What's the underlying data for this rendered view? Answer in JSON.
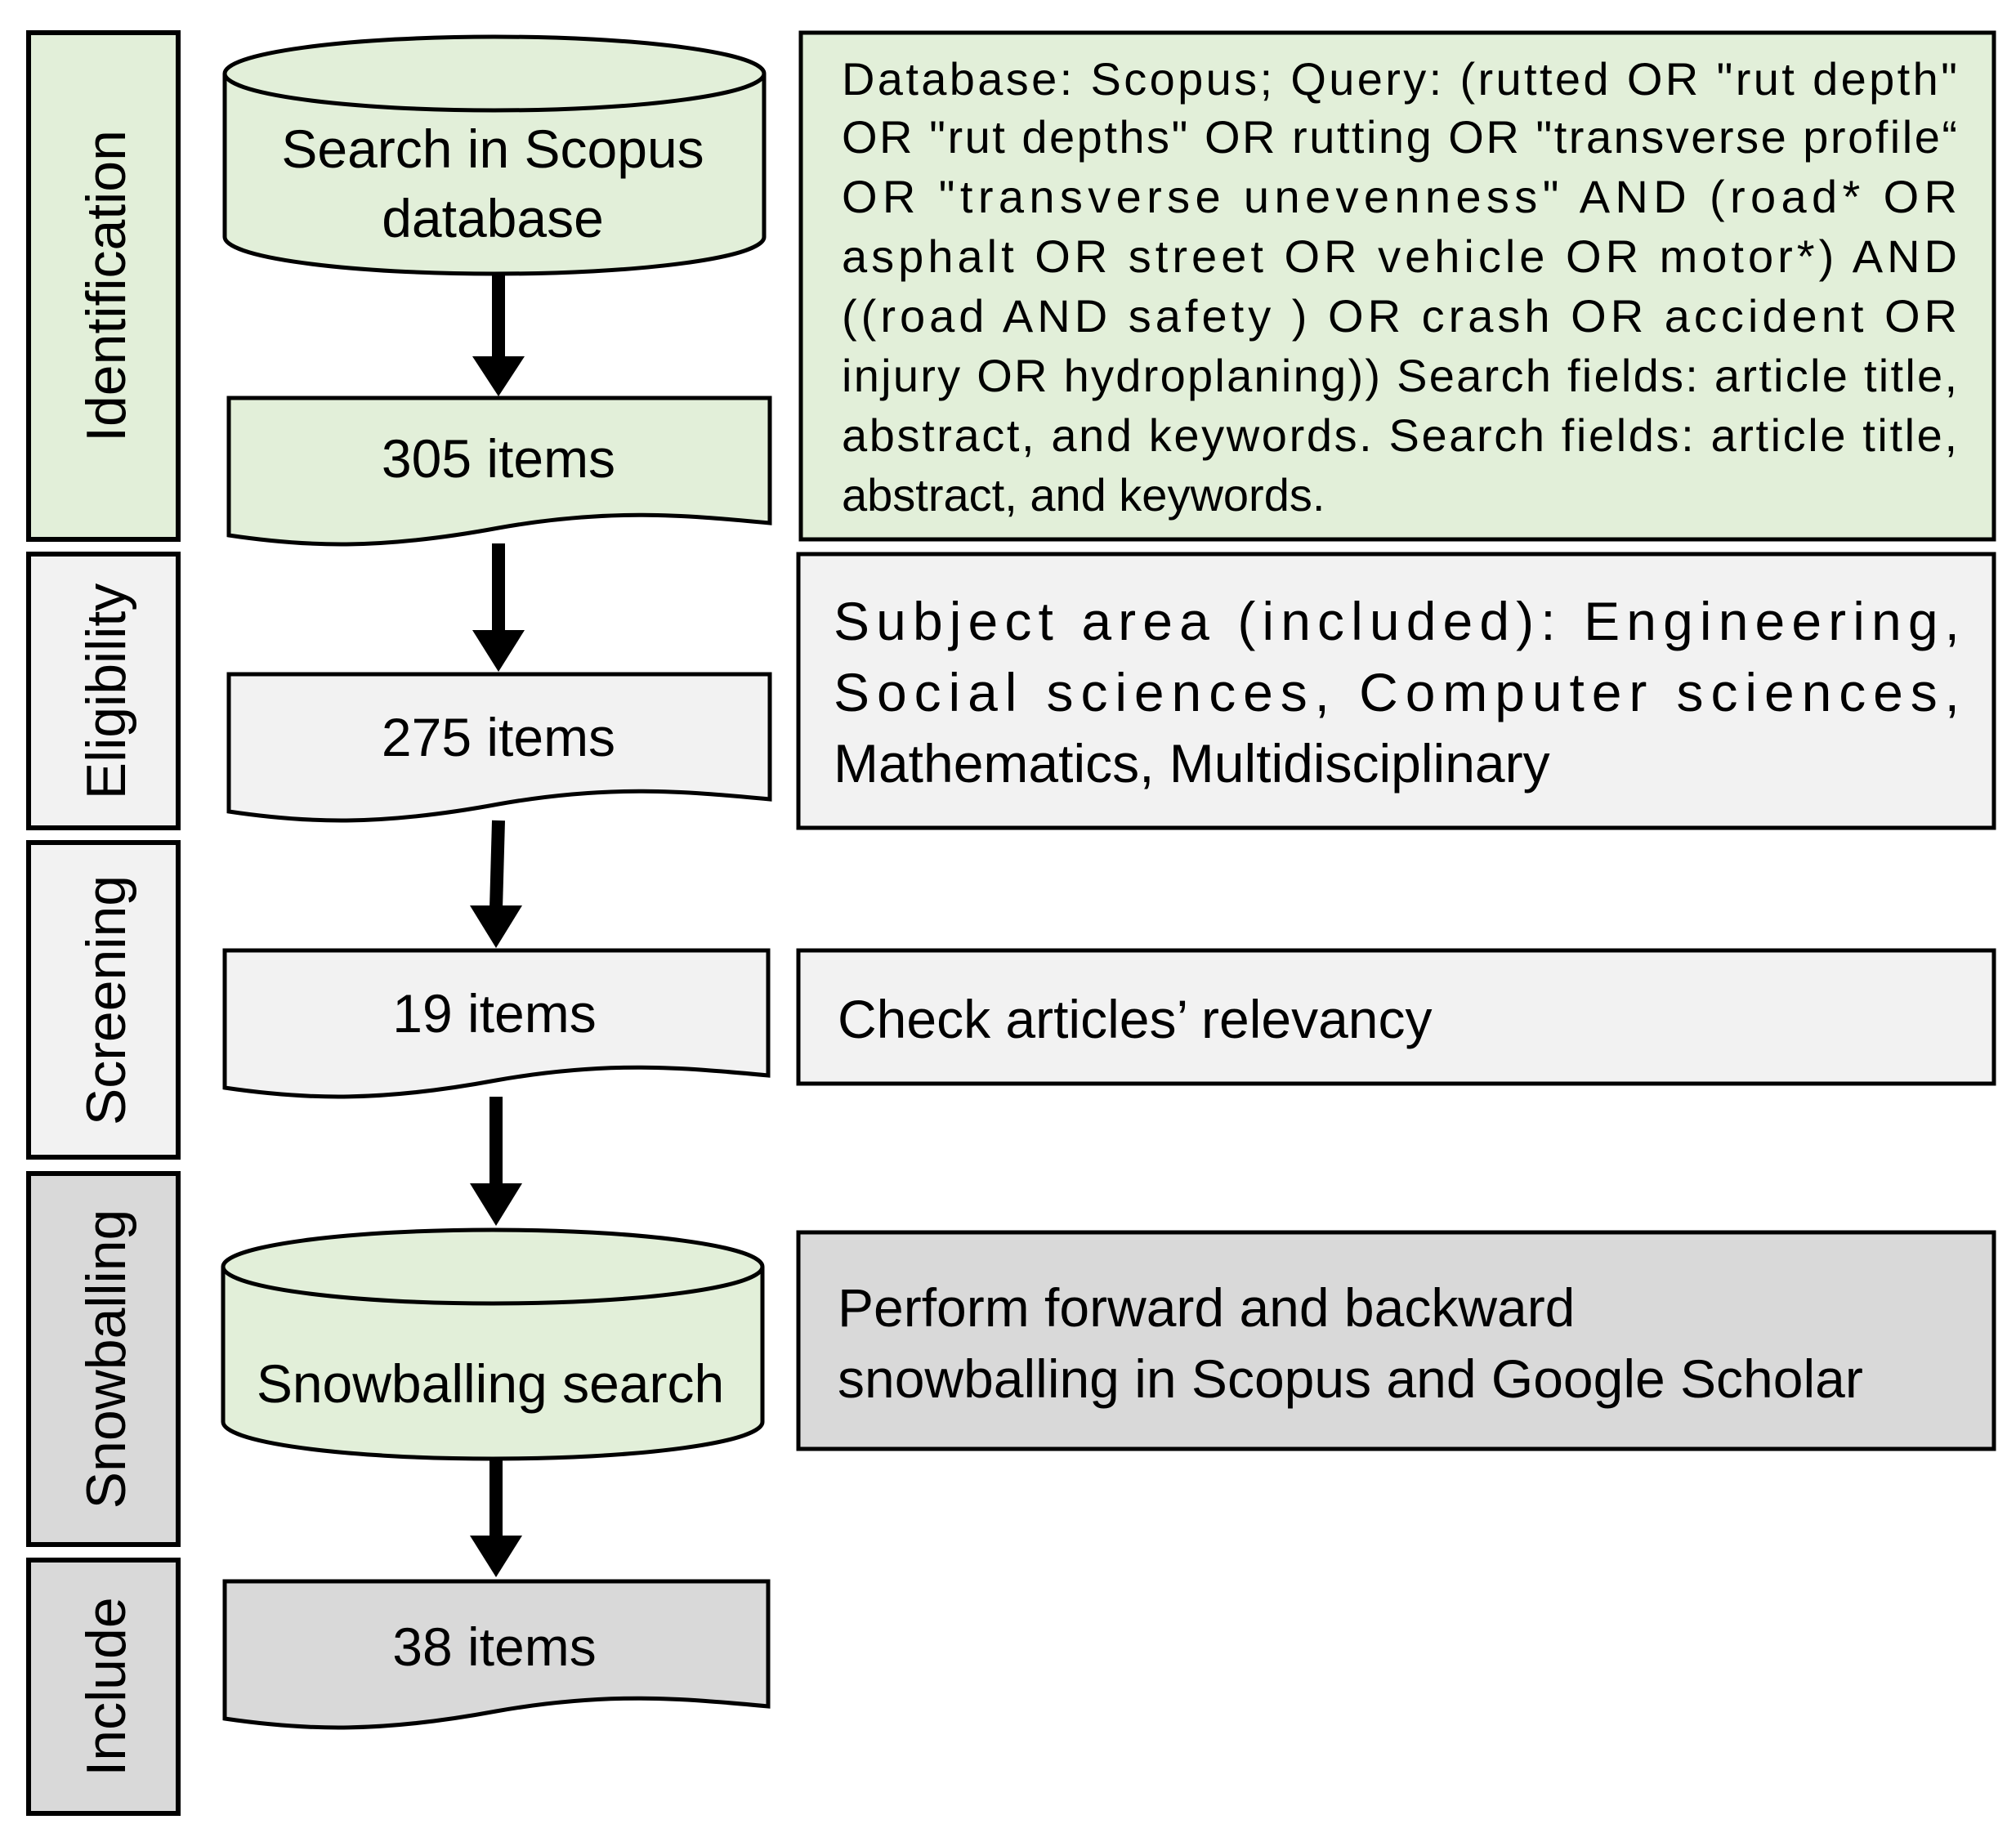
{
  "colors": {
    "green_fill": "#E2EFD9",
    "light_gray_fill": "#F2F2F2",
    "mid_gray_fill": "#D9D9D9",
    "stroke": "#000000"
  },
  "phases": [
    {
      "label": "Identification",
      "fill": "#E2EFD9"
    },
    {
      "label": "Eligibility",
      "fill": "#F2F2F2"
    },
    {
      "label": "Screening",
      "fill": "#F2F2F2"
    },
    {
      "label": "Snowballing",
      "fill": "#D9D9D9"
    },
    {
      "label": "Include",
      "fill": "#D9D9D9"
    }
  ],
  "nodes": {
    "scopus_search": {
      "lines": [
        "Search in Scopus",
        "database"
      ],
      "shape": "database",
      "fill": "#E2EFD9"
    },
    "items_305": {
      "text": "305 items",
      "shape": "document",
      "fill": "#E2EFD9"
    },
    "items_275": {
      "text": "275 items",
      "shape": "document",
      "fill": "#F2F2F2"
    },
    "items_19": {
      "text": "19 items",
      "shape": "document",
      "fill": "#F2F2F2"
    },
    "snowballing_search": {
      "text": "Snowballing search",
      "shape": "database",
      "fill": "#E2EFD9"
    },
    "items_38": {
      "text": "38 items",
      "shape": "document",
      "fill": "#D9D9D9"
    }
  },
  "notes": {
    "query": {
      "fill": "#E2EFD9",
      "lines": [
        "Database: Scopus; Query: (rutted OR \"rut depth\"",
        "OR \"rut depths\" OR rutting OR \"transverse profile“",
        "OR \"transverse unevenness\" AND (road* OR",
        "asphalt OR street OR vehicle OR motor*) AND",
        "((road AND safety ) OR crash OR accident OR",
        "injury OR hydroplaning)) Search fields: article title,",
        "abstract, and keywords. Search fields: article title,",
        "abstract, and keywords."
      ]
    },
    "subject_area": {
      "fill": "#F2F2F2",
      "lines": [
        "Subject area (included): Engineering,",
        "Social sciences, Computer sciences,",
        "Mathematics, Multidisciplinary"
      ]
    },
    "relevancy": {
      "fill": "#F2F2F2",
      "lines": [
        "Check articles’ relevancy"
      ]
    },
    "snowballing": {
      "fill": "#D9D9D9",
      "lines": [
        "Perform forward and backward",
        "snowballing in Scopus and Google Scholar"
      ]
    }
  }
}
